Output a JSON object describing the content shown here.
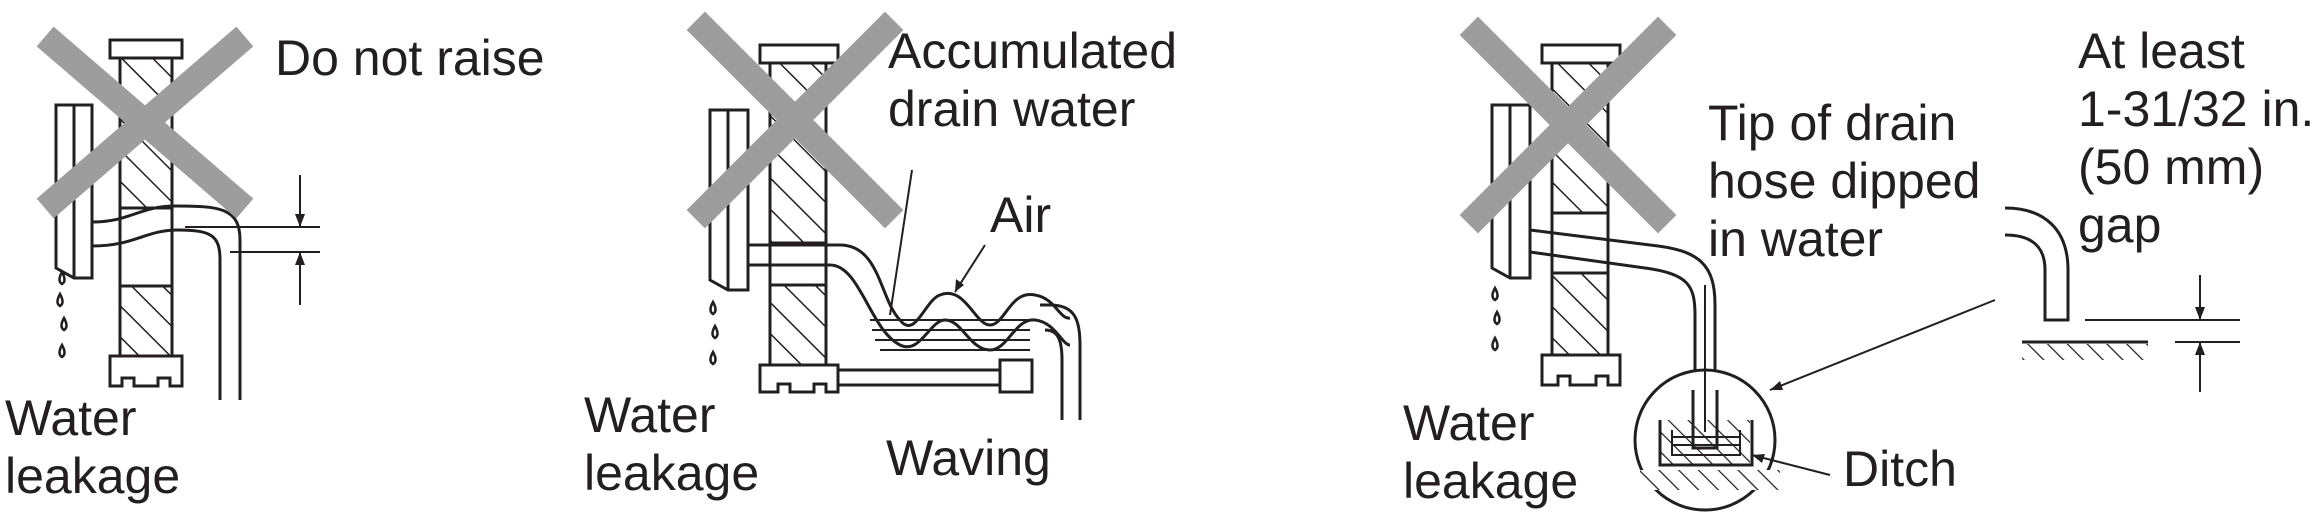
{
  "diagram": {
    "panel_1": {
      "label_top": "Do not raise",
      "label_bottom_1": "Water",
      "label_bottom_2": "leakage"
    },
    "panel_2": {
      "label_top_1": "Accumulated",
      "label_top_2": "drain water",
      "label_air": "Air",
      "label_bottom_1": "Water",
      "label_bottom_2": "leakage",
      "label_waving": "Waving"
    },
    "panel_3": {
      "label_tip_1": "Tip of drain",
      "label_tip_2": "hose dipped",
      "label_tip_3": "in water",
      "label_gap_1": "At least",
      "label_gap_2": "1-31/32 in.",
      "label_gap_3": "(50 mm)",
      "label_gap_4": "gap",
      "label_bottom_1": "Water",
      "label_bottom_2": "leakage",
      "label_ditch": "Ditch"
    },
    "colors": {
      "ink": "#231f20",
      "cross": "#9d9d9d"
    }
  }
}
